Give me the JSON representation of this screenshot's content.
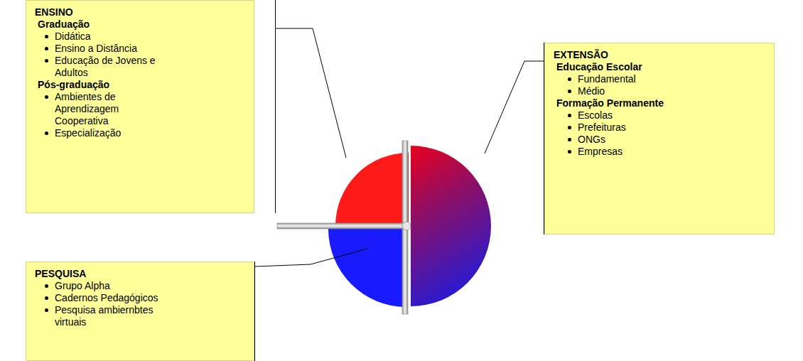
{
  "diagram": {
    "nodes": [
      {
        "text": [
          "ENSINO",
          "Graduação",
          "Didática",
          "Ensino a Distância",
          "Educação de Jovens e Adultos",
          "Pós-graduação",
          "Ambientes de Aprendizagem Cooperativa",
          "Especialização"
        ]
      },
      {
        "text": [
          "PESQUISA",
          "Grupo Alpha",
          "Cadernos Pedagógicos",
          "Pesquisa ambiernbtes virtuais"
        ]
      },
      {
        "text": [
          "EXTENSÃO",
          "Educação Escolar",
          "Fundamental",
          "Médio",
          "Formação Permanente",
          "Escolas",
          "Prefeituras",
          "ONGs",
          "Empresas"
        ]
      }
    ]
  }
}
